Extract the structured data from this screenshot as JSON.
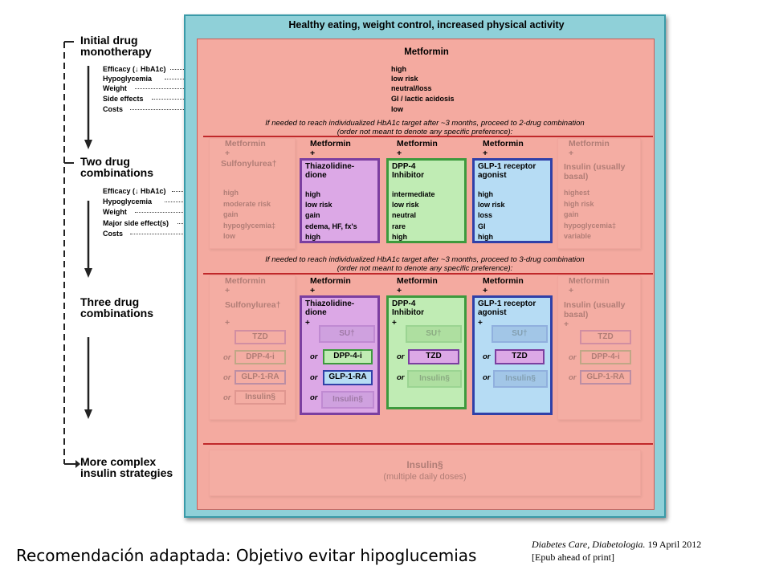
{
  "header": "Healthy eating, weight control, increased physical activity",
  "stages": {
    "mono": "Initial drug monotherapy",
    "two": "Two drug combinations",
    "three": "Three drug combinations",
    "more": "More complex insulin strategies"
  },
  "mono_attrs": {
    "efficacy": "Efficacy (↓ HbA1c)",
    "hypoglycemia": "Hypoglycemia",
    "weight": "Weight",
    "side_effects": "Side effects",
    "costs": "Costs"
  },
  "two_attrs": {
    "efficacy": "Efficacy (↓ HbA1c)",
    "hypoglycemia": "Hypoglycemia",
    "weight": "Weight",
    "side_effects": "Major side effect(s)",
    "costs": "Costs"
  },
  "metformin": {
    "title": "Metformin",
    "values": [
      "high",
      "low risk",
      "neutral/loss",
      "GI / lactic acidosis",
      "low"
    ]
  },
  "note2": {
    "line1": "If needed to reach individualized HbA1c target after ~3 months, proceed to 2-drug combination",
    "line2": "(order not meant to denote any specific preference):"
  },
  "note3": {
    "line1": "If needed to reach individualized HbA1c target after ~3 months, proceed to 3-drug combination",
    "line2": "(order not meant to denote any specific preference):"
  },
  "plus": "+",
  "or": "or",
  "columns": [
    {
      "metformin": "Metformin",
      "drug": "Sulfonylurea†",
      "values": [
        "high",
        "moderate risk",
        "gain",
        "hypoglycemia‡",
        "low"
      ],
      "three": [
        "TZD",
        "DPP-4-i",
        "GLP-1-RA",
        "Insulin§"
      ]
    },
    {
      "metformin": "Metformin",
      "drug": "Thiazolidine-dione",
      "values": [
        "high",
        "low risk",
        "gain",
        "edema, HF, fx's",
        "high"
      ],
      "three": [
        "SU†",
        "DPP-4-i",
        "GLP-1-RA",
        "Insulin§"
      ]
    },
    {
      "metformin": "Metformin",
      "drug": "DPP-4 Inhibitor",
      "values": [
        "intermediate",
        "low risk",
        "neutral",
        "rare",
        "high"
      ],
      "three": [
        "SU†",
        "TZD",
        "Insulin§"
      ]
    },
    {
      "metformin": "Metformin",
      "drug": "GLP-1 receptor agonist",
      "values": [
        "high",
        "low risk",
        "loss",
        "GI",
        "high"
      ],
      "three": [
        "SU†",
        "TZD",
        "Insulin§"
      ]
    },
    {
      "metformin": "Metformin",
      "drug": "Insulin (usually basal)",
      "values": [
        "highest",
        "high risk",
        "gain",
        "hypoglycemia‡",
        "variable"
      ],
      "three": [
        "TZD",
        "DPP-4-i",
        "GLP-1-RA"
      ]
    }
  ],
  "insulin_final": {
    "title": "Insulin§",
    "subtitle": "(multiple daily doses)"
  },
  "caption": "Recomendación adaptada: Objetivo evitar hipoglucemias",
  "citation": {
    "journal": "Diabetes Care, Diabetologia.",
    "date": " 19 April 2012",
    "epub": "[Epub ahead of print]"
  },
  "colors": {
    "outer": "#8fd0d8",
    "inner": "#f4aaa0",
    "red_line": "#c0282a",
    "tzd": "#7b3fa0",
    "dpp4": "#3d9a3d",
    "glp1": "#3040a8"
  }
}
